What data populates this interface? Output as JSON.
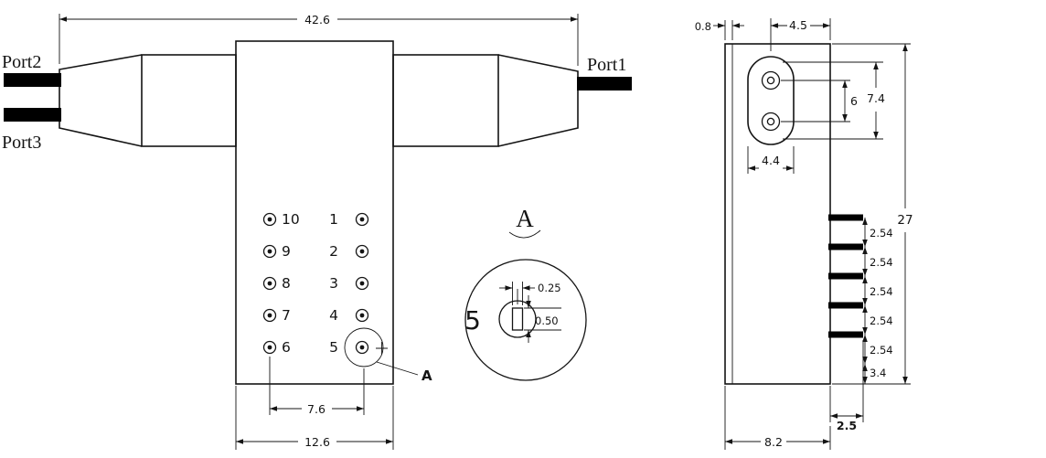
{
  "ports": {
    "port1": "Port1",
    "port2": "Port2",
    "port3": "Port3"
  },
  "front": {
    "overall_width": "42.6",
    "pin_span": "7.6",
    "body_width": "12.6",
    "pins_left": [
      "10",
      "9",
      "8",
      "7",
      "6"
    ],
    "pins_right": [
      "1",
      "2",
      "3",
      "4",
      "5"
    ],
    "callout": "A"
  },
  "detail": {
    "view_label": "A",
    "pin_number": "5",
    "slot_width": "0.25",
    "slot_height": "0.50"
  },
  "side": {
    "wall_thickness": "0.8",
    "top_offset": "4.5",
    "hole_pitch": "6",
    "hole_span": "7.4",
    "slot_outer_width": "4.4",
    "overall_height": "27",
    "pin_pitch": "2.54",
    "pin_bottom_offset": "3.4",
    "body_depth": "8.2",
    "pin_length": "2.5"
  }
}
